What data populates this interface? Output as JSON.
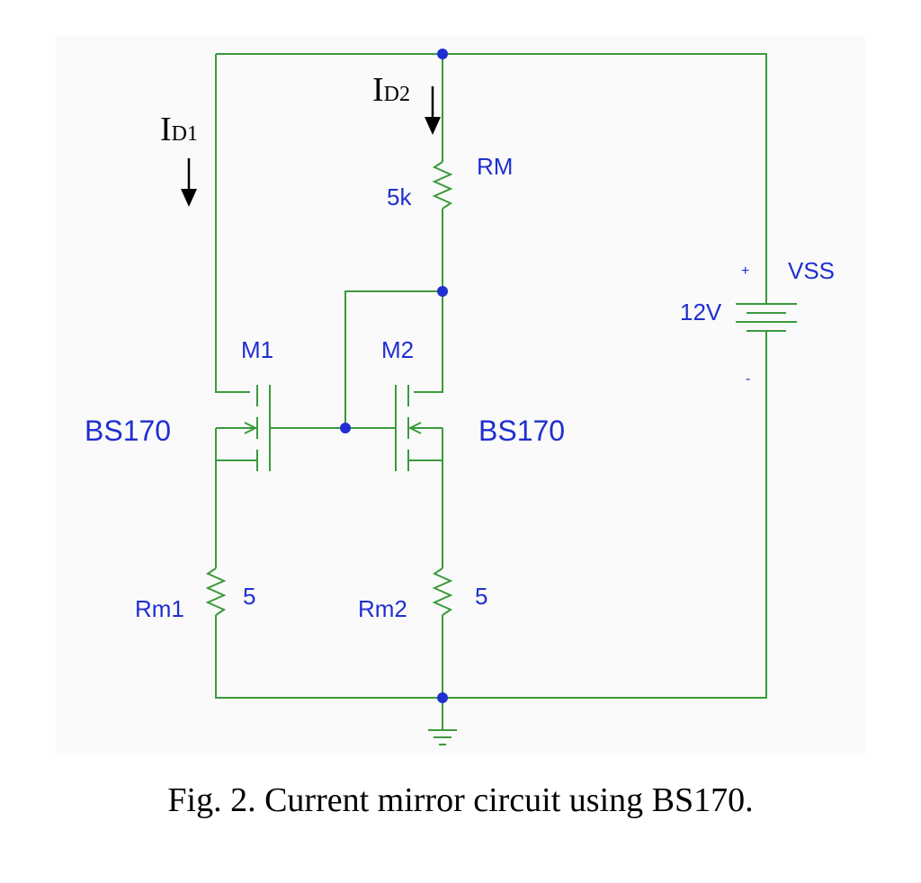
{
  "labels": {
    "id1_main": "I",
    "id1_sub": "D1",
    "id2_main": "I",
    "id2_sub": "D2",
    "rm_name": "RM",
    "rm_value": "5k",
    "vss_name": "VSS",
    "vss_value": "12V",
    "vss_plus": "+",
    "vss_minus": "-",
    "m1_name": "M1",
    "m2_name": "M2",
    "m1_model": "BS170",
    "m2_model": "BS170",
    "rm1_name": "Rm1",
    "rm1_value": "5",
    "rm2_name": "Rm2",
    "rm2_value": "5"
  },
  "caption": "Fig. 2. Current mirror circuit using BS170.",
  "colors": {
    "wire": "#3a9a3a",
    "label": "#1f2fd0",
    "junction": "#1f2fd0",
    "background": "#fafafa"
  }
}
